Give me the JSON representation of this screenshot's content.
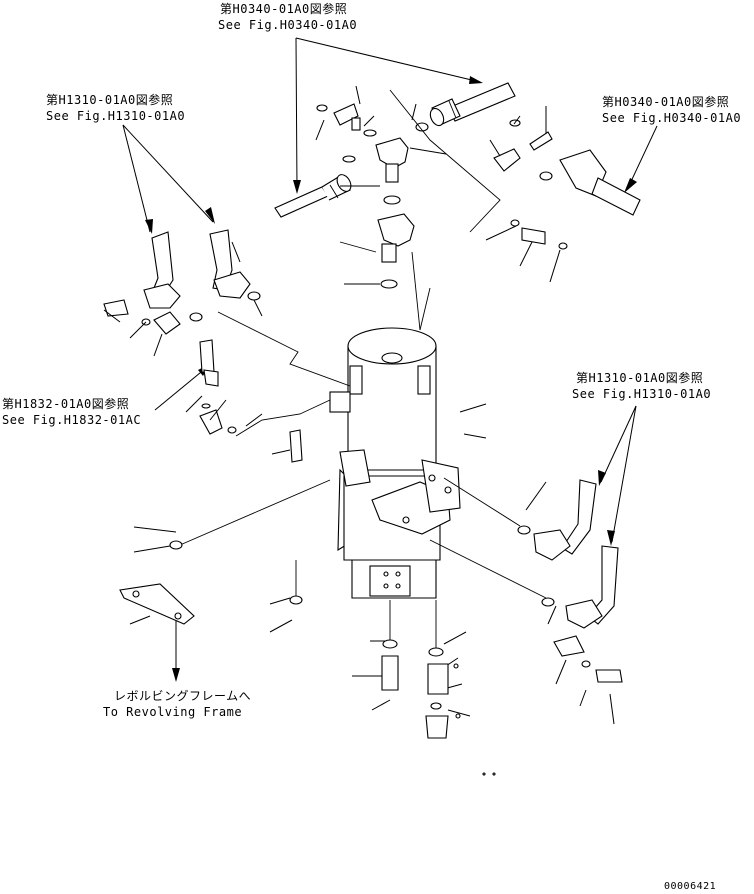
{
  "refs": {
    "top_jp": "第H0340-01A0図参照",
    "top_en": "See Fig.H0340-01A0",
    "right_top_jp": "第H0340-01A0図参照",
    "right_top_en": "See Fig.H0340-01A0",
    "left_top_jp": "第H1310-01A0図参照",
    "left_top_en": "See Fig.H1310-01A0",
    "left_mid_jp": "第H1832-01A0図参照",
    "left_mid_en": "See Fig.H1832-01AC",
    "right_mid_jp": "第H1310-01A0図参照",
    "right_mid_en": "See Fig.H1310-01A0"
  },
  "bottom": {
    "dest_jp": "レボルビングフレームへ",
    "dest_en": "To Revolving Frame"
  },
  "figure_number": "00006421"
}
